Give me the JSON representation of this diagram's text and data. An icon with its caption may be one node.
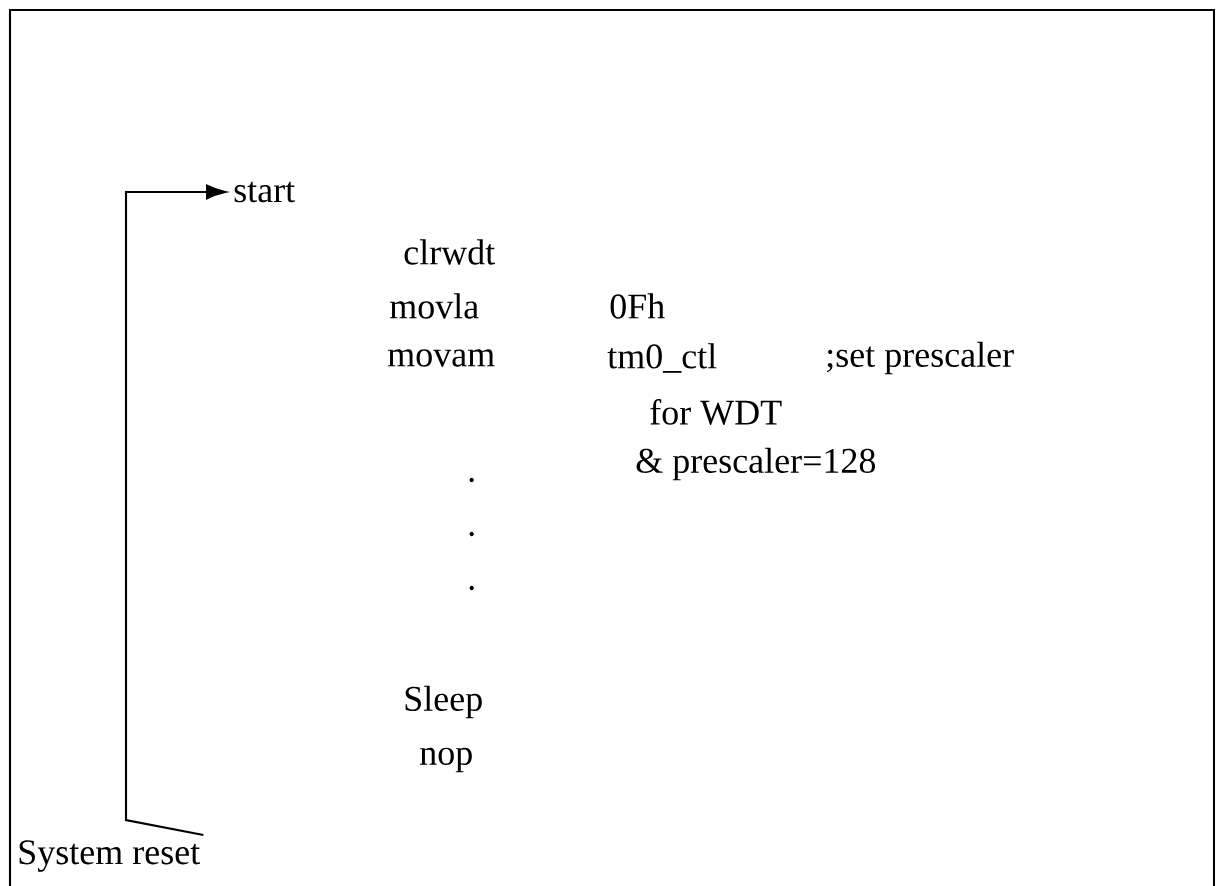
{
  "diagram": {
    "nodes": [
      {
        "text": [
          "start"
        ]
      },
      {
        "text": [
          "nop"
        ]
      },
      {
        "text": [
          "System reset"
        ]
      }
    ],
    "edges": [
      {
        "from": 2,
        "to": 0,
        "arrow": "to"
      }
    ],
    "labels": [
      "clrwdt",
      "movla",
      "0Fh",
      "movam",
      "tm0_ctl",
      ";set prescaler",
      "for WDT",
      "& prescaler=128",
      ".",
      ".",
      ".",
      "Sleep"
    ]
  }
}
